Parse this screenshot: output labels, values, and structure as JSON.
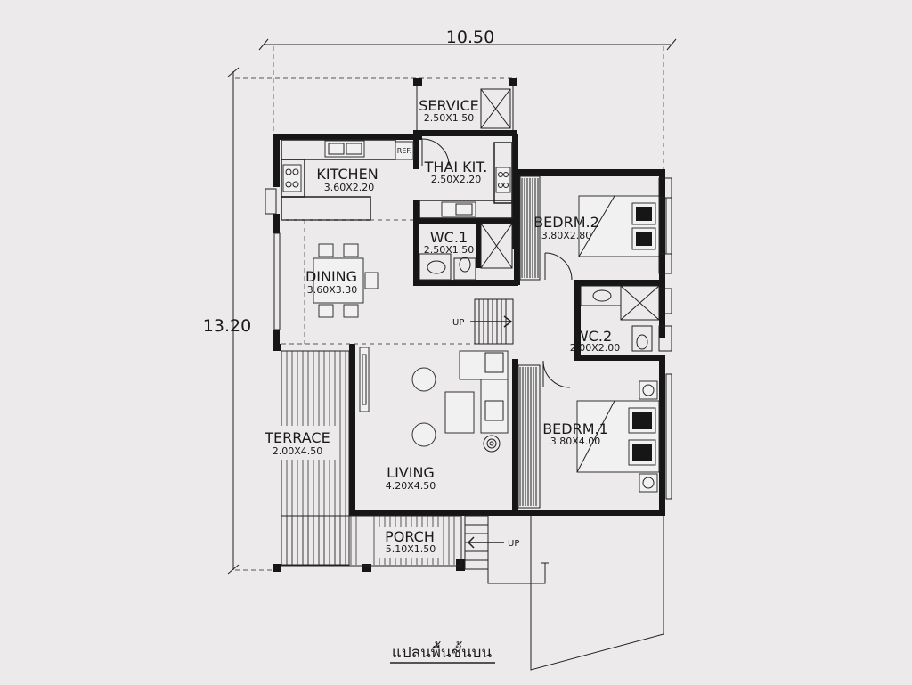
{
  "dimensions": {
    "width": "10.50",
    "height": "13.20"
  },
  "rooms": {
    "service": {
      "name": "SERVICE",
      "size": "2.50X1.50"
    },
    "kitchen": {
      "name": "KITCHEN",
      "size": "3.60X2.20"
    },
    "thai_kit": {
      "name": "THAI KIT.",
      "size": "2.50X2.20"
    },
    "bedrm2": {
      "name": "BEDRM.2",
      "size": "3.80X2.80"
    },
    "wc1": {
      "name": "WC.1",
      "size": "2.50X1.50"
    },
    "dining": {
      "name": "DINING",
      "size": "3.60X3.30"
    },
    "wc2": {
      "name": "WC.2",
      "size": "2.00X2.00"
    },
    "terrace": {
      "name": "TERRACE",
      "size": "2.00X4.50"
    },
    "bedrm1": {
      "name": "BEDRM.1",
      "size": "3.80X4.00"
    },
    "living": {
      "name": "LIVING",
      "size": "4.20X4.50"
    },
    "porch": {
      "name": "PORCH",
      "size": "5.10X1.50"
    }
  },
  "labels": {
    "ref": "REF.",
    "up_stair": "UP",
    "up_porch": "UP"
  },
  "caption": "แปลนพื้นชั้นบน"
}
